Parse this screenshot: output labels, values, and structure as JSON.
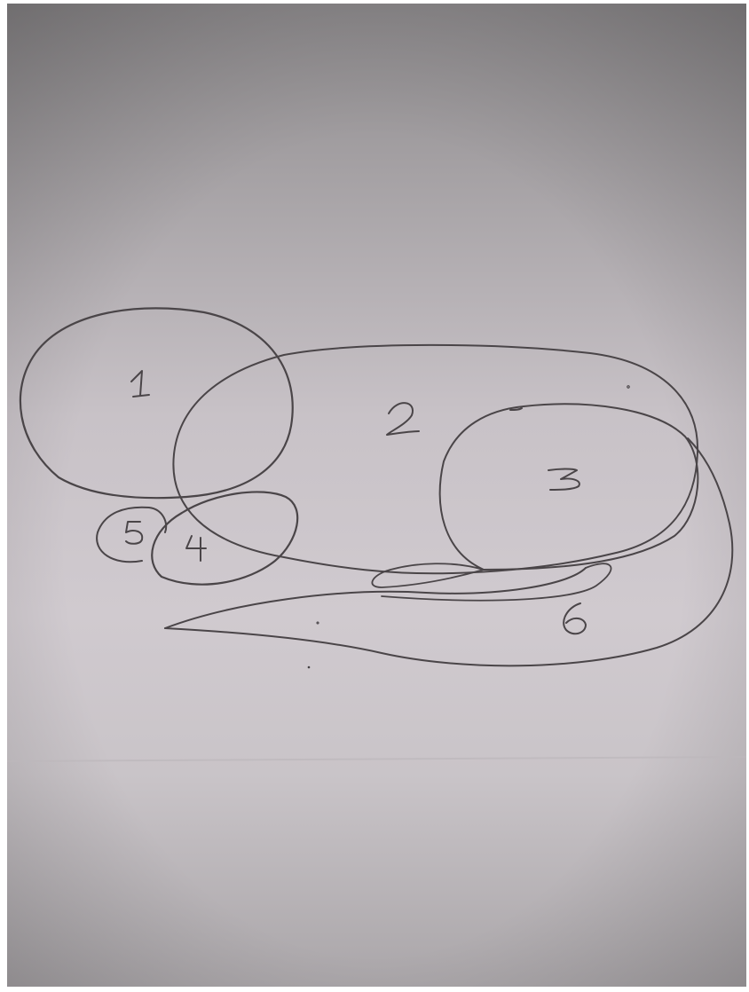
{
  "photo": {
    "paper_color": "#c9c4c8",
    "pencil_color": "#4a4548"
  },
  "diagram": {
    "regions": [
      {
        "label": "1"
      },
      {
        "label": "2"
      },
      {
        "label": "3"
      },
      {
        "label": "4"
      },
      {
        "label": "5"
      },
      {
        "label": "6"
      }
    ]
  }
}
